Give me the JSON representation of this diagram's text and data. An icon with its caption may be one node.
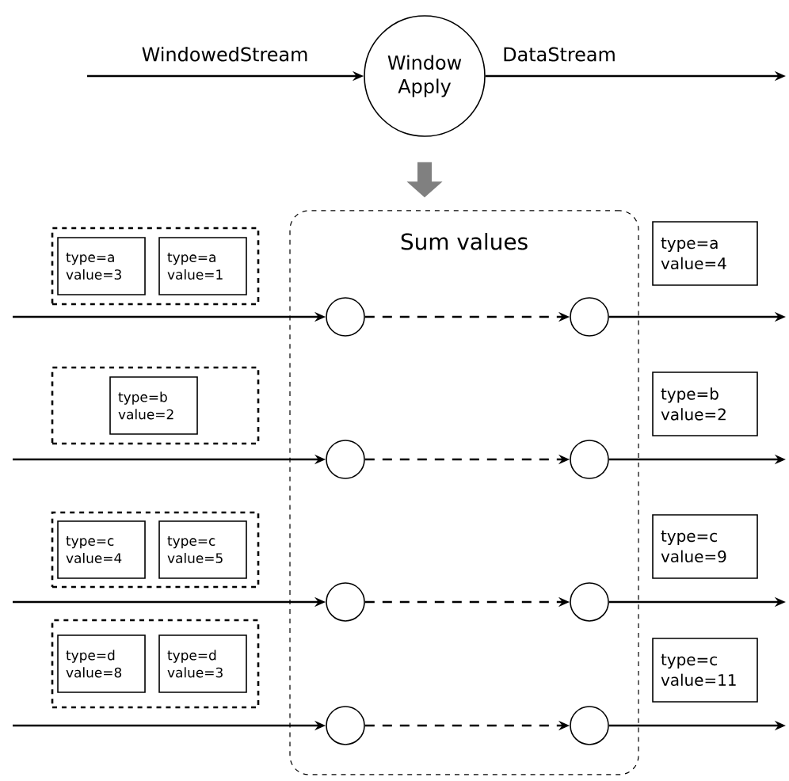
{
  "diagram": {
    "nodes": [
      {
        "text": [
          "Window Apply"
        ]
      },
      {
        "text": [
          "Sum values"
        ]
      },
      {
        "text": [],
        "shape": "box"
      },
      {
        "text": [
          "type=a value=3"
        ],
        "in": 2
      },
      {
        "text": [
          "type=a value=1"
        ],
        "in": 2
      },
      {
        "text": [],
        "shape": "circle",
        "in": 1
      },
      {
        "text": [],
        "shape": "circle",
        "in": 1
      },
      {
        "text": [
          "type=a value=4"
        ]
      },
      {
        "text": [],
        "shape": "box"
      },
      {
        "text": [
          "type=b value=2"
        ],
        "in": 8
      },
      {
        "text": [],
        "shape": "circle",
        "in": 1
      },
      {
        "text": [],
        "shape": "circle",
        "in": 1
      },
      {
        "text": [
          "type=b value=2"
        ]
      },
      {
        "text": [],
        "shape": "box"
      },
      {
        "text": [
          "type=c value=4"
        ],
        "in": 13
      },
      {
        "text": [
          "type=c value=5"
        ],
        "in": 13
      },
      {
        "text": [],
        "shape": "circle",
        "in": 1
      },
      {
        "text": [],
        "shape": "circle",
        "in": 1
      },
      {
        "text": [
          "type=c value=9"
        ]
      },
      {
        "text": [],
        "shape": "box"
      },
      {
        "text": [
          "type=d value=8"
        ],
        "in": 19
      },
      {
        "text": [
          "type=d value=3"
        ],
        "in": 19
      },
      {
        "text": [],
        "shape": "circle",
        "in": 1
      },
      {
        "text": [],
        "shape": "circle",
        "in": 1
      },
      {
        "text": [
          "type=c value=11"
        ]
      }
    ],
    "edges": [
      {
        "from": null,
        "to": 0,
        "arrow": "to",
        "label": "WindowedStream"
      },
      {
        "from": 0,
        "to": null,
        "arrow": "to",
        "label": "DataStream"
      },
      {
        "from": 0,
        "to": 1,
        "arrow": "to",
        "style": "thick",
        "color": "#808080"
      },
      {
        "from": null,
        "to": 5,
        "arrow": "to"
      },
      {
        "from": 5,
        "to": 6,
        "arrow": "to",
        "style": "dashed"
      },
      {
        "from": 6,
        "to": null,
        "arrow": "to"
      },
      {
        "from": null,
        "to": 10,
        "arrow": "to"
      },
      {
        "from": 10,
        "to": 11,
        "arrow": "to",
        "style": "dashed"
      },
      {
        "from": 11,
        "to": null,
        "arrow": "to"
      },
      {
        "from": null,
        "to": 16,
        "arrow": "to"
      },
      {
        "from": 16,
        "to": 17,
        "arrow": "to",
        "style": "dashed"
      },
      {
        "from": 17,
        "to": null,
        "arrow": "to"
      },
      {
        "from": null,
        "to": 22,
        "arrow": "to"
      },
      {
        "from": 22,
        "to": 23,
        "arrow": "to",
        "style": "dashed"
      },
      {
        "from": 23,
        "to": null,
        "arrow": "to"
      }
    ]
  }
}
